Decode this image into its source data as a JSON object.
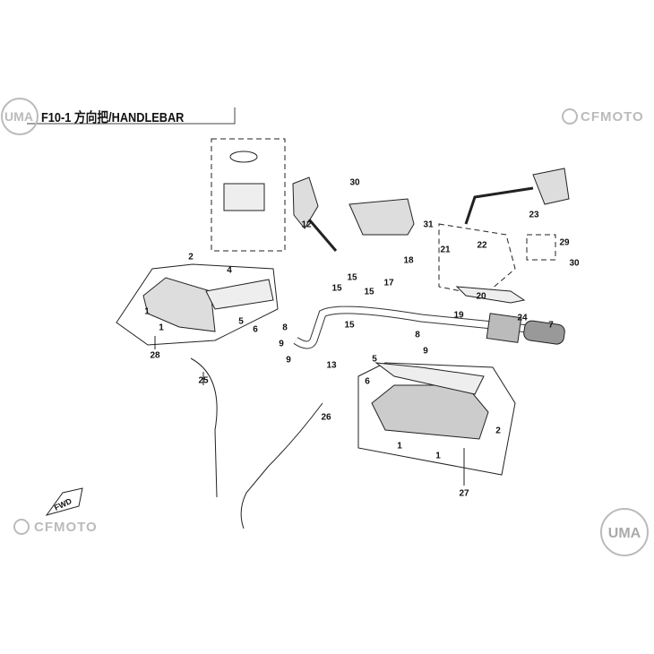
{
  "header": {
    "title": "F10-1 方向把/HANDLEBAR"
  },
  "logos": {
    "cfmoto_top": "CFMOTO",
    "cfmoto_bottom": "CFMOTO",
    "uma_top": "UMA",
    "uma_bottom": "UMA"
  },
  "fwd_label": "FWD",
  "callouts": [
    "30",
    "12",
    "31",
    "23",
    "22",
    "21",
    "29",
    "30",
    "2",
    "4",
    "18",
    "17",
    "15",
    "15",
    "15",
    "15",
    "20",
    "19",
    "24",
    "7",
    "5",
    "6",
    "9",
    "9",
    "8",
    "13",
    "9",
    "8",
    "5",
    "6",
    "1",
    "1",
    "28",
    "25",
    "26",
    "2",
    "1",
    "1",
    "27"
  ]
}
